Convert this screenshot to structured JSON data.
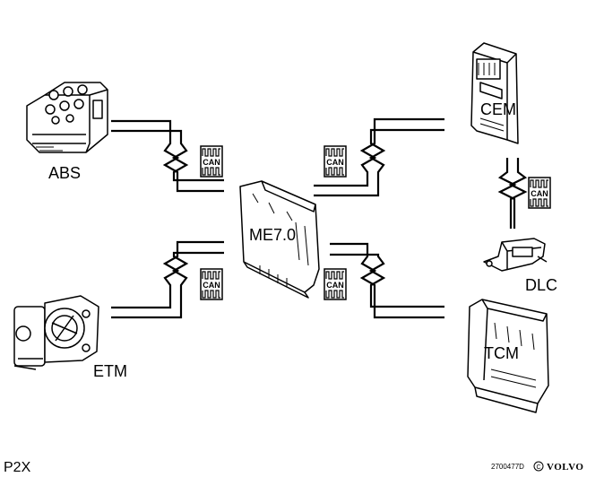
{
  "diagram": {
    "components": {
      "abs": "ABS",
      "etm": "ETM",
      "ecm": "ME7.0",
      "cem": "CEM",
      "dlc": "DLC",
      "tcm": "TCM"
    },
    "bus_badge": "CAN",
    "platform": "P2X",
    "figure_number": "2700477D",
    "brand": "VOLVO",
    "copyright_symbol": "C",
    "colors": {
      "line": "#000000",
      "background": "#ffffff"
    }
  }
}
